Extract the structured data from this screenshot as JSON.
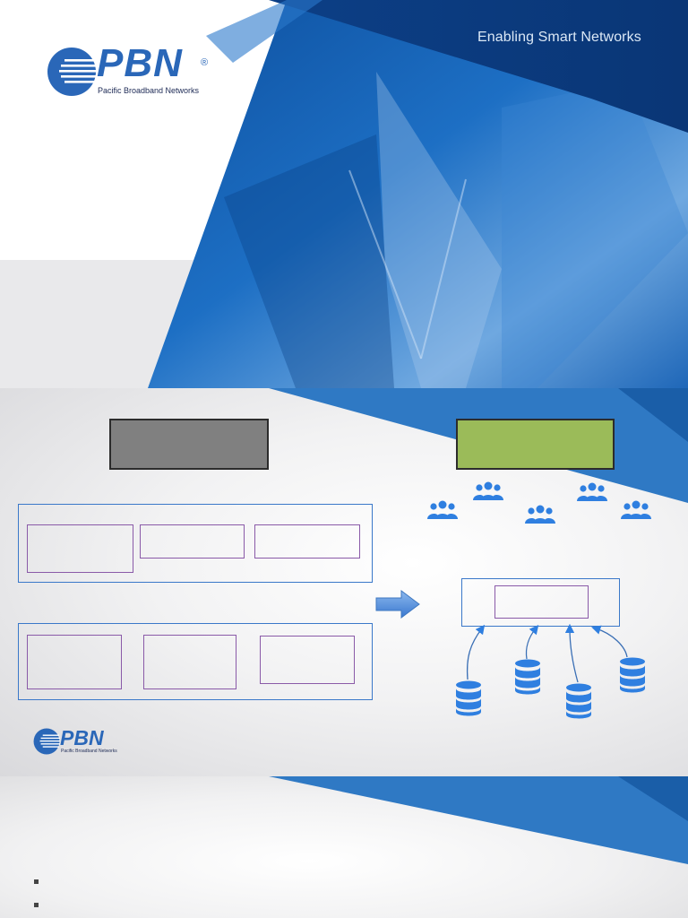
{
  "slide1": {
    "tagline": "Enabling Smart Networks",
    "logo": {
      "name": "PBN",
      "registered": "®",
      "subtitle": "Pacific Broadband Networks"
    }
  },
  "slide2": {
    "logo": {
      "name": "PBN",
      "subtitle": "Pacific Broadband Networks"
    },
    "colors": {
      "left_header": "#808080",
      "right_header": "#9bbb59",
      "group_border": "#3a78c9",
      "module_border": "#8a5aa8",
      "arrow": "#4a86d8",
      "icons": "#2f7fe0"
    },
    "icons": [
      "users-icon",
      "users-icon",
      "users-icon",
      "users-icon",
      "users-icon",
      "users-icon",
      "database-icon",
      "database-icon",
      "database-icon",
      "database-icon",
      "arrow-right-icon"
    ]
  },
  "slide3": {
    "bullets": [
      "",
      ""
    ]
  }
}
